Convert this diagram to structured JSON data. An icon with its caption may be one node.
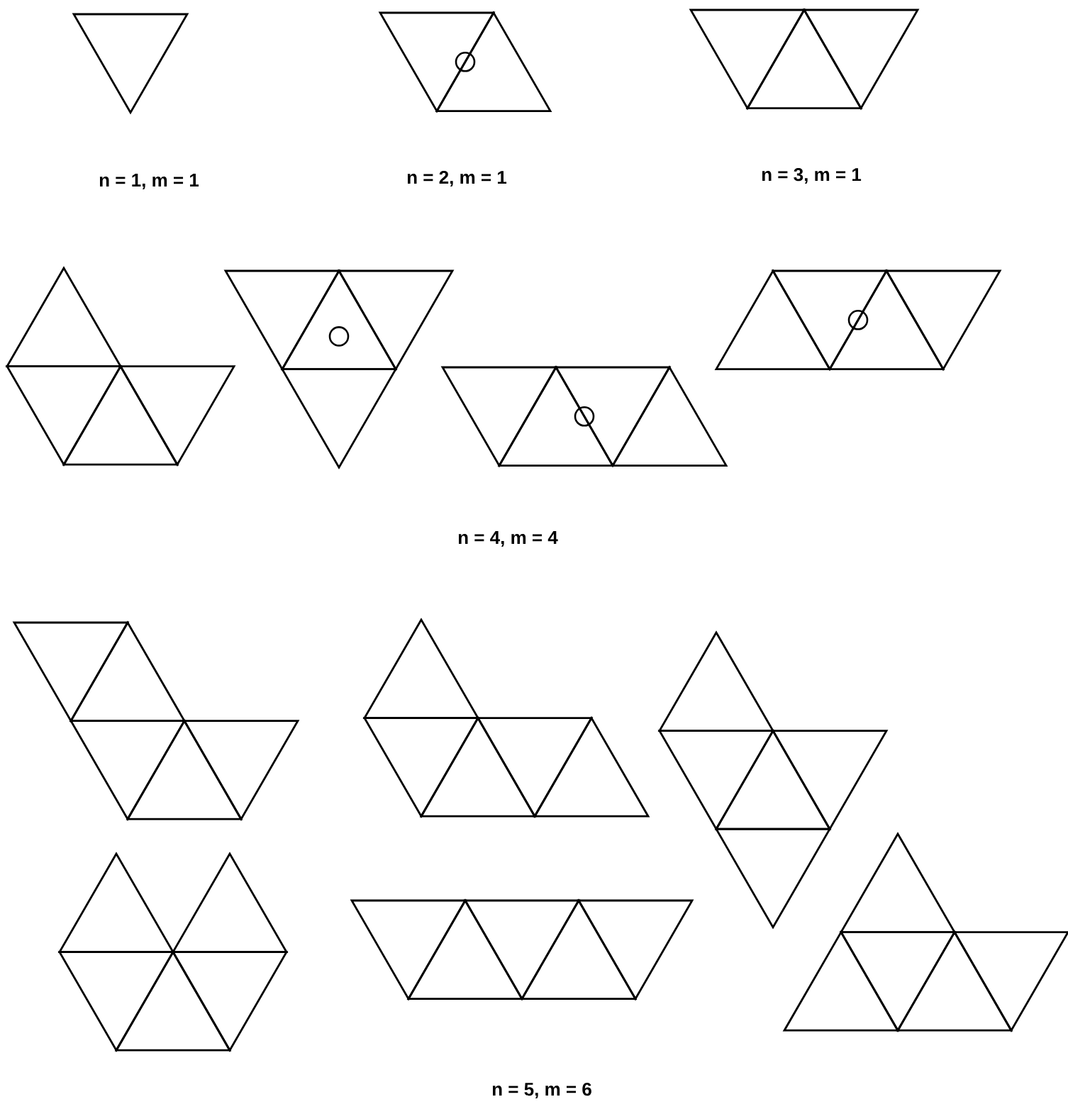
{
  "diagram": {
    "labels": [
      "n = 1, m = 1",
      "n = 2, m = 1",
      "n = 3, m = 1",
      "n = 4, m = 4",
      "n = 5, m = 6"
    ]
  }
}
